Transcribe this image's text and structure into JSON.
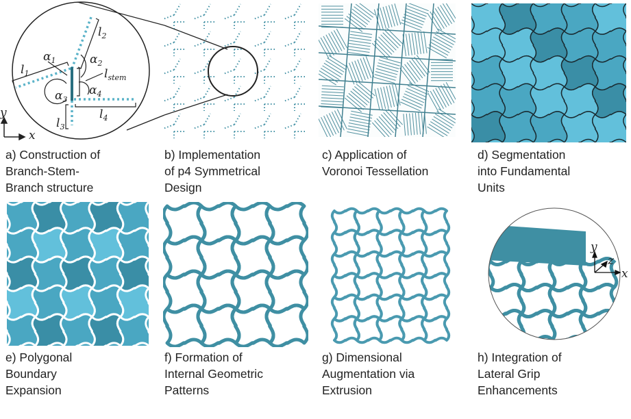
{
  "colors": {
    "teal": "#3f8fa3",
    "light": "#62c0db",
    "mid": "#4aa7c2",
    "dark": "#3a8ea6",
    "outline": "#1a2a30"
  },
  "panel_a": {
    "labels": {
      "l1": "l",
      "l1_sub": "1",
      "l2": "l",
      "l2_sub": "2",
      "l3": "l",
      "l3_sub": "3",
      "l4": "l",
      "l4_sub": "4",
      "lstem": "l",
      "lstem_sub": "stem",
      "a1": "α",
      "a1_sub": "1",
      "a2": "α",
      "a2_sub": "2",
      "a3": "α",
      "a3_sub": "3",
      "a4": "α",
      "a4_sub": "4",
      "axis_x": "x",
      "axis_y": "y"
    }
  },
  "panel_h": {
    "axis_x": "x",
    "axis_y": "y",
    "axis_z": "z"
  },
  "captions": [
    {
      "lines": [
        "a) Construction of",
        "Branch-Stem-",
        "Branch structure"
      ]
    },
    {
      "lines": [
        "b) Implementation",
        "of p4 Symmetrical",
        "Design"
      ]
    },
    {
      "lines": [
        "c) Application of",
        "Voronoi Tessellation"
      ]
    },
    {
      "lines": [
        "d) Segmentation",
        "into Fundamental",
        "Units"
      ]
    },
    {
      "lines": [
        "e) Polygonal",
        "Boundary",
        "Expansion"
      ]
    },
    {
      "lines": [
        "f) Formation of",
        "Internal Geometric",
        "Patterns"
      ]
    },
    {
      "lines": [
        "g) Dimensional",
        "Augmentation via",
        "Extrusion"
      ]
    },
    {
      "lines": [
        "h) Integration of",
        "Lateral Grip",
        "Enhancements"
      ]
    }
  ]
}
